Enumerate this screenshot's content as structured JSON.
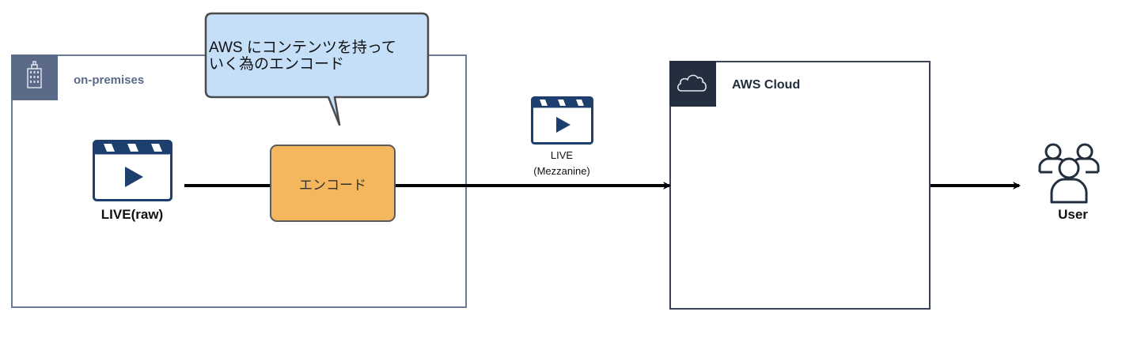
{
  "diagram": {
    "groups": {
      "on_premises": {
        "title": "on-premises",
        "icon": "office-building-icon",
        "color": "#5b6a88"
      },
      "aws_cloud": {
        "title": "AWS Cloud",
        "icon": "cloud-icon",
        "color": "#232f3e"
      }
    },
    "nodes": {
      "live_raw": {
        "label": "LIVE(raw)",
        "icon": "video-clapperboard-icon",
        "icon_color": "#1d3f6e"
      },
      "encode": {
        "label": "エンコード",
        "fill": "#f5b75e"
      },
      "live_mezzanine": {
        "label_line1": "LIVE",
        "label_line2": "(Mezzanine)",
        "icon": "video-clapperboard-icon",
        "icon_color": "#1d3f6e"
      },
      "user": {
        "label": "User",
        "icon": "users-group-icon",
        "icon_color": "#232f3e"
      }
    },
    "callout": {
      "text_line1": "AWS にコンテンツを持って",
      "text_line2": "いく為のエンコード",
      "fill": "#c5dff8"
    },
    "edges": [
      {
        "from": "live_raw",
        "to": "encode",
        "arrow": false
      },
      {
        "from": "encode",
        "to": "aws_cloud",
        "arrow": true
      },
      {
        "from": "aws_cloud",
        "to": "user",
        "arrow": true
      }
    ]
  }
}
